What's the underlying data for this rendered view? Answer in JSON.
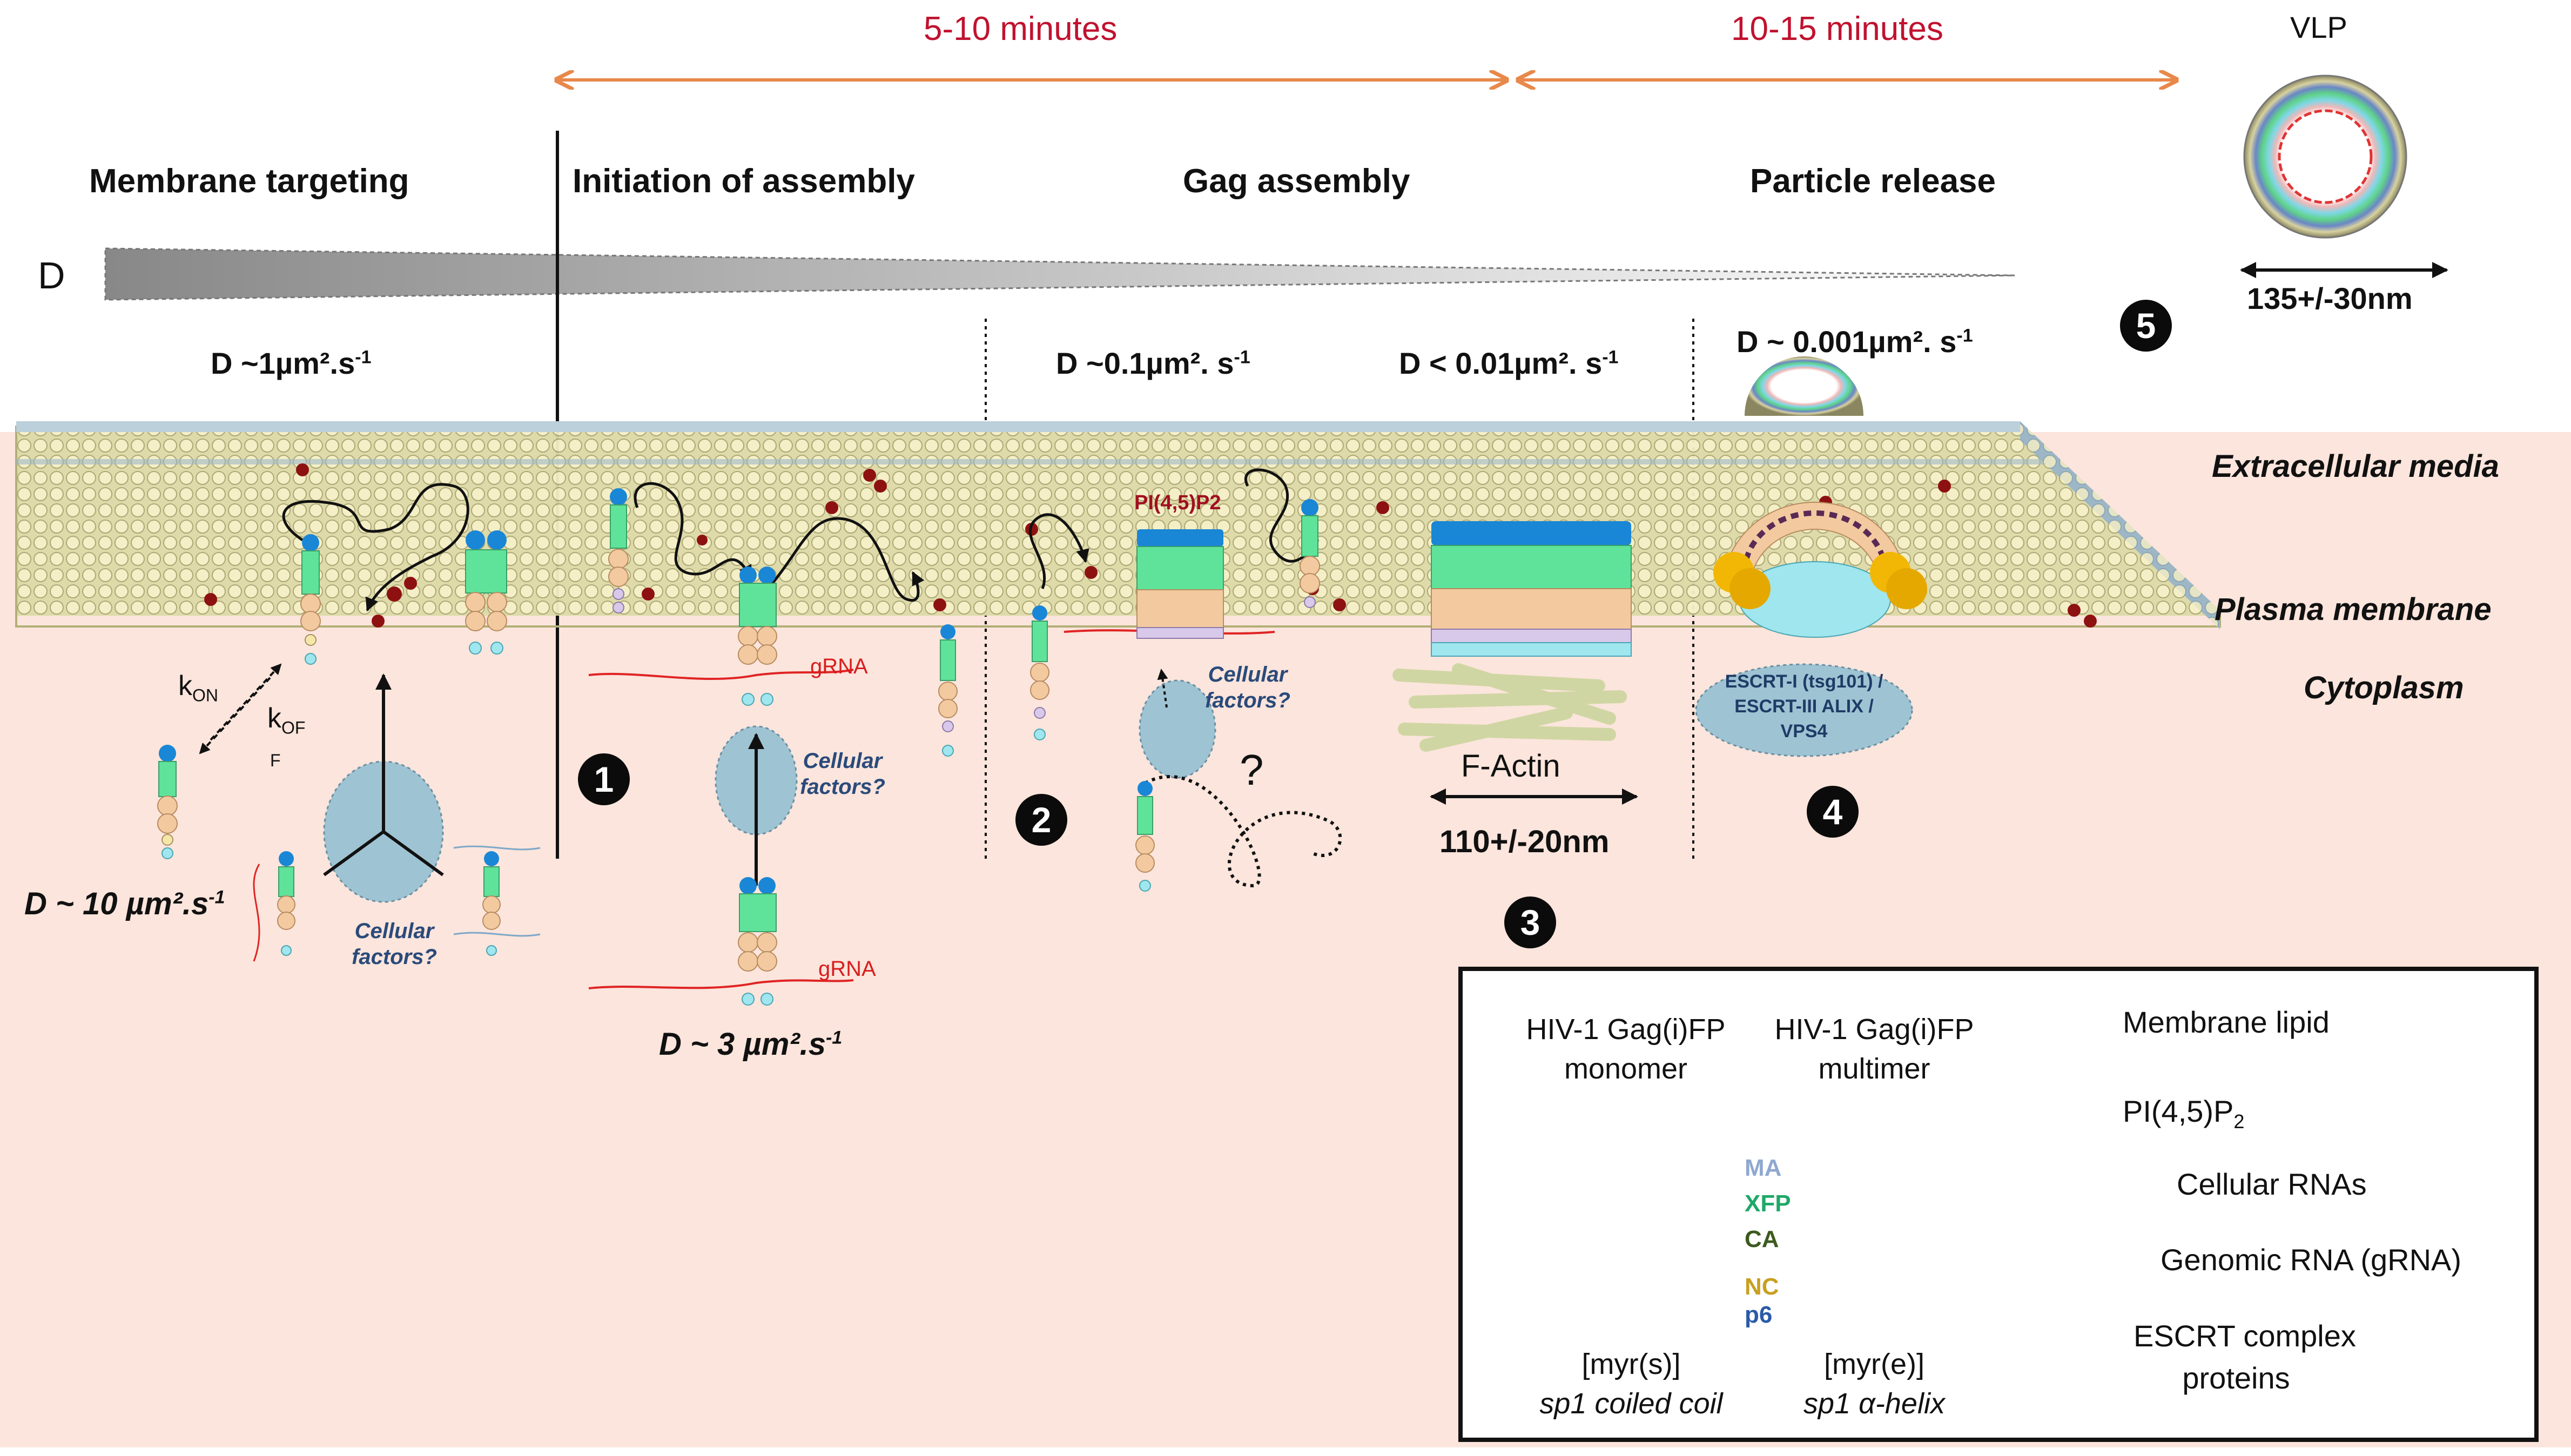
{
  "timeline": {
    "range1": "5-10 minutes",
    "range2": "10-15 minutes"
  },
  "vlp": {
    "label": "VLP",
    "size": "135+/-30nm"
  },
  "stages": {
    "membrane_targeting": "Membrane targeting",
    "initiation": "Initiation of assembly",
    "gag_assembly": "Gag assembly",
    "particle_release": "Particle release"
  },
  "diffusion_label": "D",
  "diffusion": {
    "d1": "D ~1µm².s",
    "d1_sup": "-1",
    "d01": "D ~0.1µm². s",
    "d01_sup": "-1",
    "d001": "D < 0.01µm². s",
    "d001_sup": "-1",
    "d0001": "D ~ 0.001µm². s",
    "d0001_sup": "-1",
    "d10": "D ~ 10 µm².s",
    "d10_sup": "-1",
    "d3": "D ~ 3 µm².s",
    "d3_sup": "-1"
  },
  "compartments": {
    "extracellular": "Extracellular media",
    "plasma_membrane": "Plasma membrane",
    "cytoplasm": "Cytoplasm"
  },
  "kinetics": {
    "kon": "k",
    "kon_sub": "ON",
    "koff": "k",
    "koff_sub": "OF",
    "koff_f": "F"
  },
  "labels": {
    "cellular_factors": "Cellular factors?",
    "grna": "gRNA",
    "pip2": "PI(4,5)P2",
    "question": "?",
    "factin": "F-Actin",
    "actin_size": "110+/-20nm",
    "escrt_line1": "ESCRT-I (tsg101) /",
    "escrt_line2": "ESCRT-III ALIX /",
    "escrt_line3": "VPS4"
  },
  "step_numbers": [
    "1",
    "2",
    "3",
    "4",
    "5"
  ],
  "legend": {
    "monomer_title1": "HIV-1 Gag(i)FP",
    "monomer_title2": "monomer",
    "multimer_title1": "HIV-1 Gag(i)FP",
    "multimer_title2": "multimer",
    "domains": [
      "MA",
      "XFP",
      "CA",
      "NC",
      "p6"
    ],
    "monomer_caption1": "[myr(s)]",
    "monomer_caption2": "sp1 coiled coil",
    "multimer_caption1": "[myr(e)]",
    "multimer_caption2": "sp1 α-helix",
    "membrane_lipid": "Membrane lipid",
    "pip2": "PI(4,5)P",
    "pip2_sub": "2",
    "cellular_rnas": "Cellular RNAs",
    "genomic_rna": "Genomic RNA (gRNA)",
    "escrt_line1": "ESCRT complex",
    "escrt_line2": "proteins"
  },
  "colors": {
    "timeline_text": "#b0102e",
    "arrow_orange": "#e8884a",
    "cytoplasm": "#fbe5dc",
    "membrane_lipid": "#f0ecbe",
    "ma": "#6f8fc0",
    "xfp": "#1fa868",
    "ca": "#3c5a1e",
    "nc": "#c8a020",
    "p6": "#2a5aa8"
  }
}
